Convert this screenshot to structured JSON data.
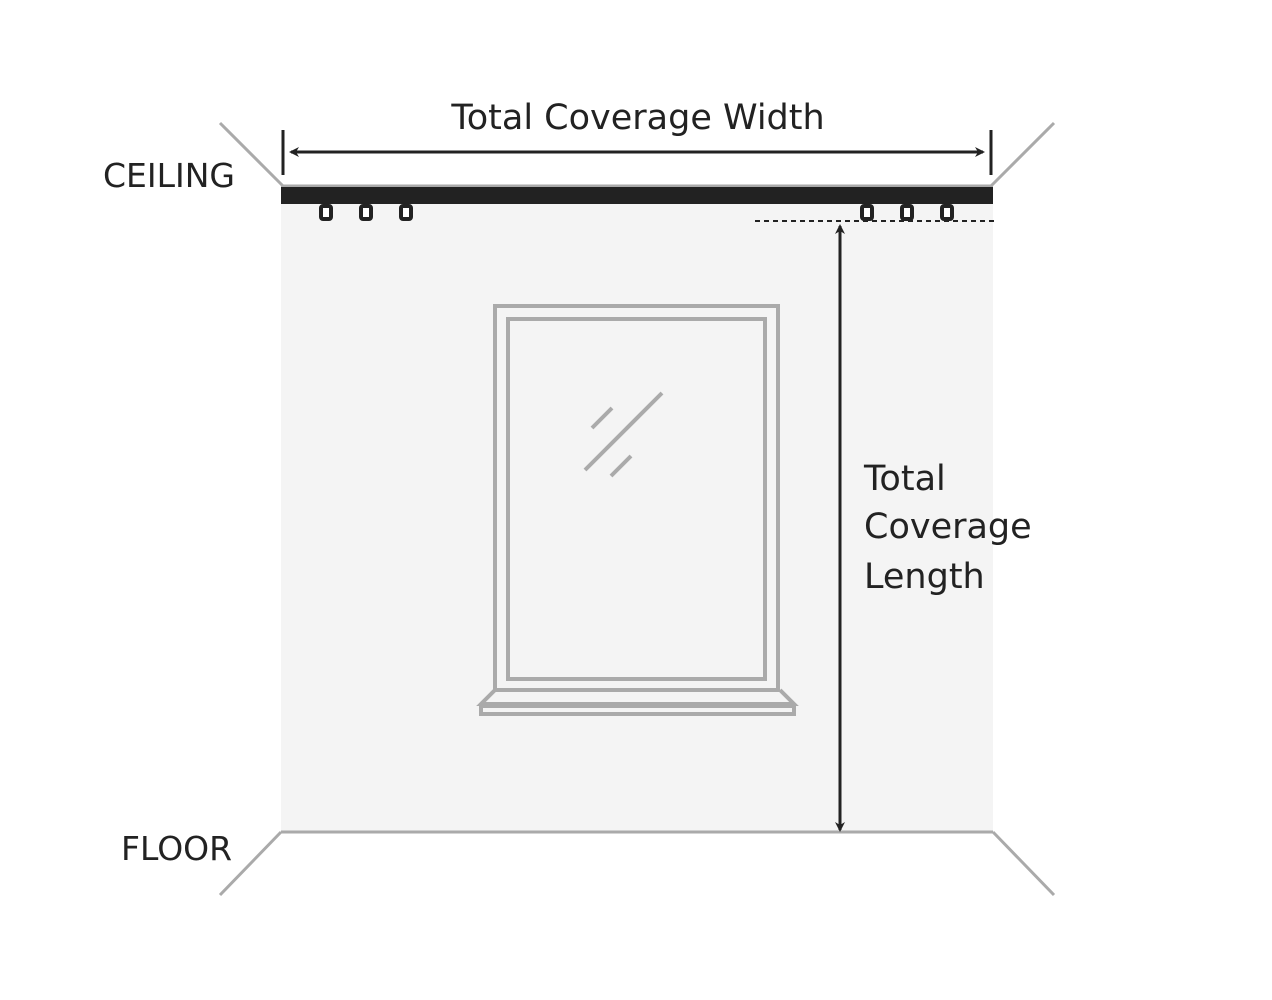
{
  "labels": {
    "ceiling": "CEILING",
    "floor": "FLOOR",
    "width": "Total Coverage Width",
    "length_lines": [
      "Total",
      "Coverage",
      "Length"
    ]
  },
  "colors": {
    "wall": "#f4f4f4",
    "rail": "#222222",
    "outline": "#aaaaaa",
    "arrow": "#222222"
  }
}
